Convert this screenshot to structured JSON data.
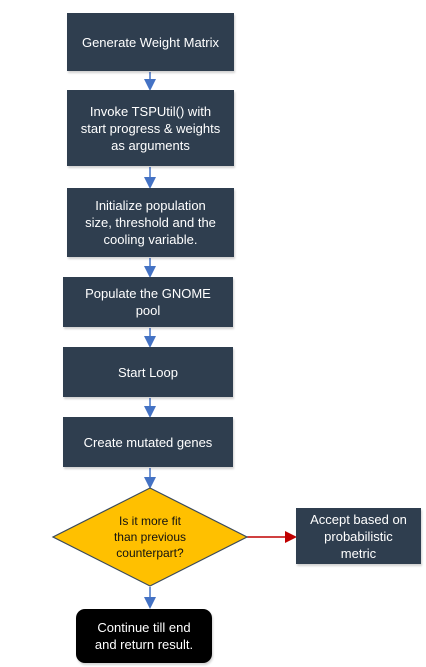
{
  "nodes": {
    "generate_weight_matrix": "Generate Weight Matrix",
    "invoke_tsputil": "Invoke TSPUtil() with\nstart progress & weights\nas arguments",
    "initialize_population": "Initialize population\nsize, threshold and the\ncooling variable.",
    "populate_gnome_pool": "Populate the GNOME\npool",
    "start_loop": "Start Loop",
    "create_mutated_genes": "Create mutated genes",
    "decision": "Is it more fit\nthan previous\ncounterpart?",
    "accept_probabilistic": "Accept based on\nprobabilistic\nmetric",
    "continue_till_end": "Continue till end\nand return result."
  },
  "colors": {
    "process_fill": "#2f3e4f",
    "decision_fill": "#ffc000",
    "terminal_fill": "#000000",
    "arrow": "#4472c4",
    "side_arrow": "#c00000"
  }
}
